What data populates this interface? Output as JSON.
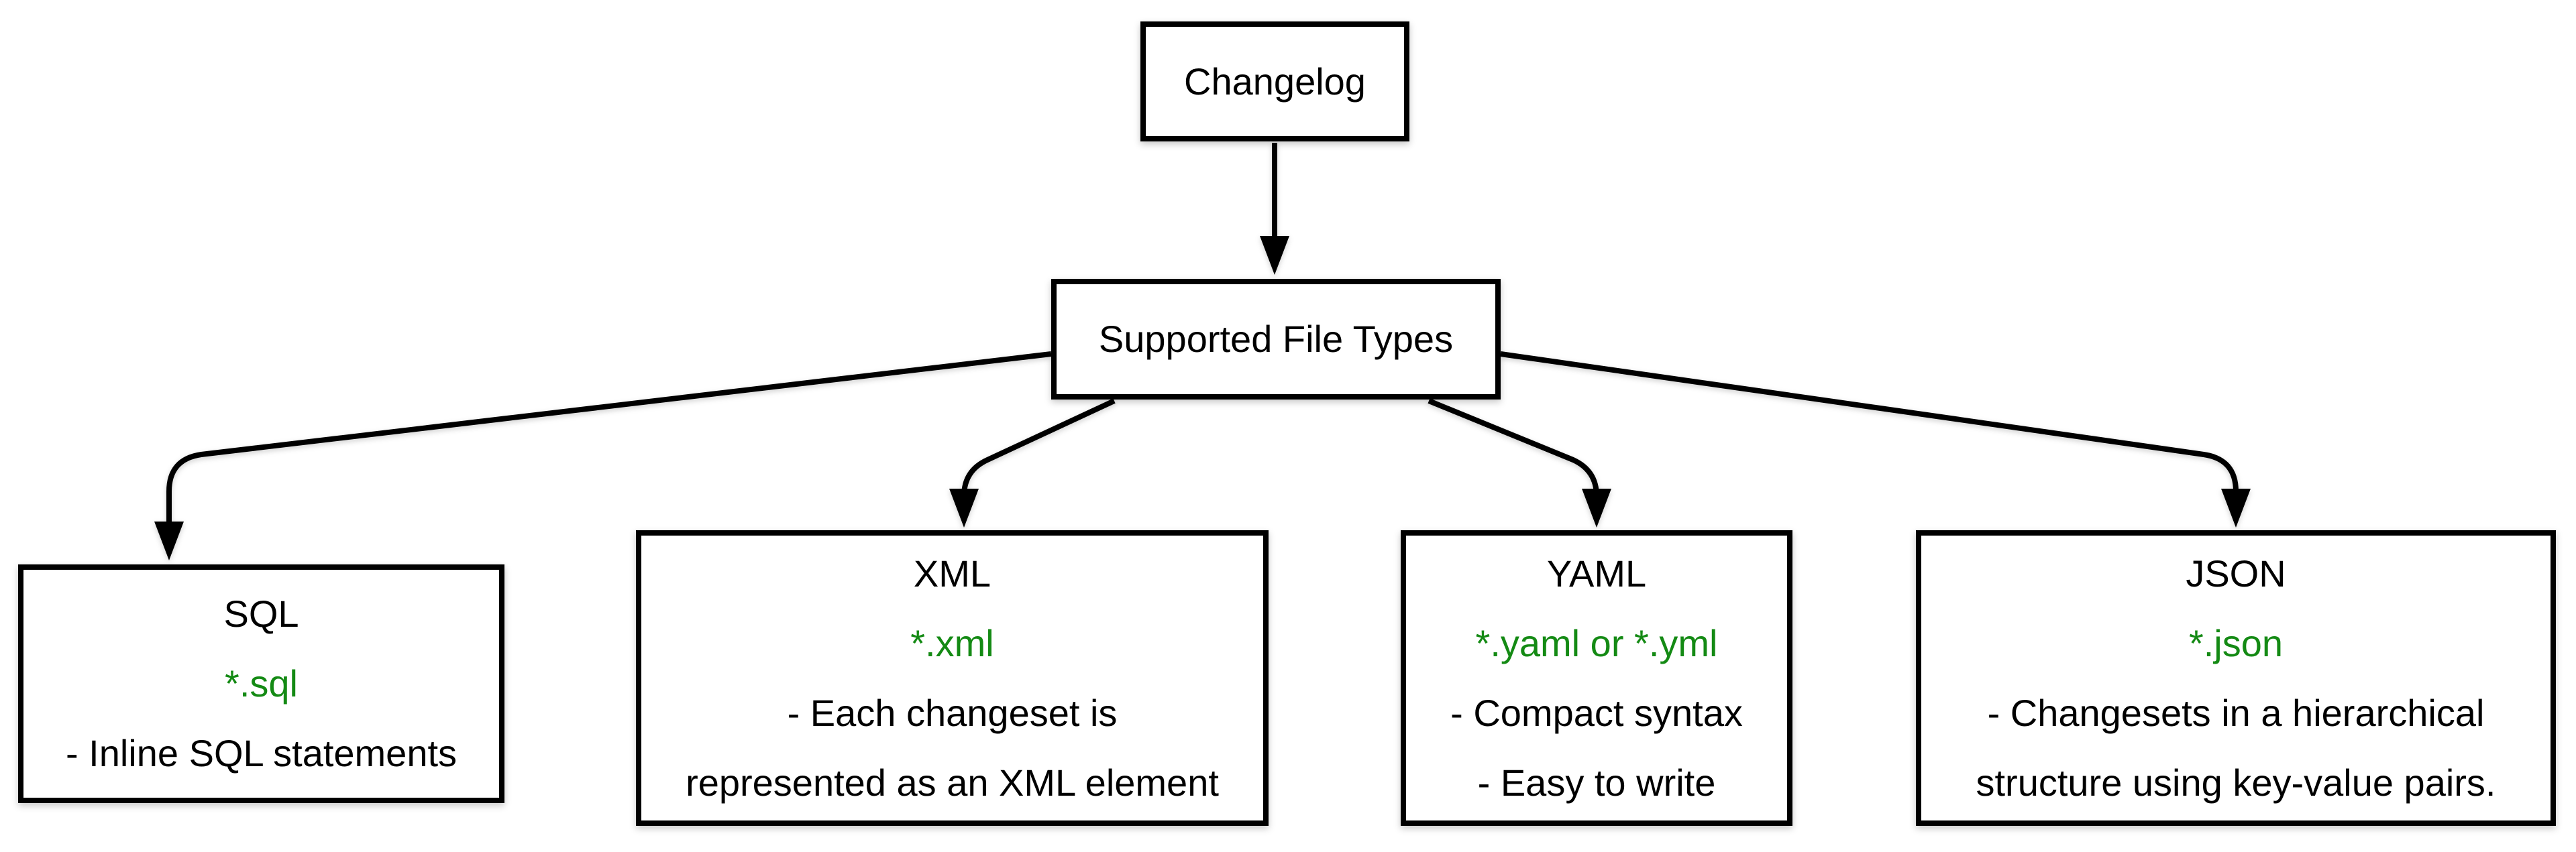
{
  "diagram": {
    "title_node": {
      "label": "Changelog"
    },
    "hub_node": {
      "label": "Supported File Types"
    },
    "file_types": [
      {
        "title": "SQL",
        "extension": "*.sql",
        "desc_lines": [
          "- Inline SQL statements"
        ]
      },
      {
        "title": "XML",
        "extension": "*.xml",
        "desc_lines": [
          "- Each changeset is",
          "represented as an XML element"
        ]
      },
      {
        "title": "YAML",
        "extension": "*.yaml or *.yml",
        "desc_lines": [
          "- Compact syntax",
          "- Easy to write"
        ]
      },
      {
        "title": "JSON",
        "extension": "*.json",
        "desc_lines": [
          "- Changesets in a hierarchical",
          "structure using key-value pairs."
        ]
      }
    ],
    "colors": {
      "extension_green": "#148a14",
      "line_black": "#000000",
      "background": "#ffffff"
    }
  }
}
